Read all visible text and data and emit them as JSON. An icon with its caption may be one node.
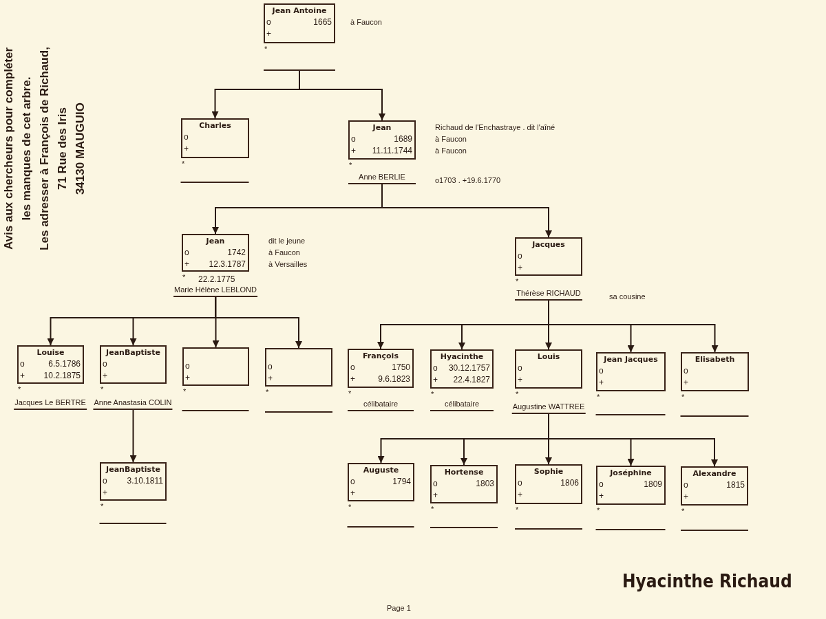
{
  "diagram": {
    "nodes": [
      {
        "text": [
          "Jean Antoine",
          "o",
          "1665",
          "+"
        ],
        "beside": [
          "*",
          "à Faucon"
        ]
      },
      {
        "text": [],
        "shape": "bar"
      },
      {
        "text": [
          "Charles",
          "o",
          "+"
        ],
        "beside": [
          "*"
        ]
      },
      {
        "text": [
          "Jean",
          "o",
          "1689",
          "+",
          "11.11.1744"
        ],
        "beside": [
          "*",
          "Richaud de l'Enchastraye . dit l'aîné",
          "à Faucon",
          "à Faucon"
        ]
      },
      {
        "text": [],
        "shape": "bar"
      },
      {
        "text": [
          "Anne BERLIE"
        ],
        "beside": [
          "o1703 . +19.6.1770"
        ]
      },
      {
        "text": [
          "Jean",
          "o",
          "1742",
          "+",
          "12.3.1787"
        ],
        "beside": [
          "*",
          "22.2.1775",
          "dit le jeune",
          "à Faucon",
          "à Versailles"
        ]
      },
      {
        "text": [
          "Jacques",
          "o",
          "+"
        ],
        "beside": [
          "*"
        ]
      },
      {
        "text": [
          "Marie Hélène LEBLOND"
        ]
      },
      {
        "text": [
          "Thérèse RICHAUD"
        ],
        "beside": [
          "sa cousine"
        ]
      },
      {
        "text": [
          "Louise",
          "o",
          "6.5.1786",
          "+",
          "10.2.1875"
        ],
        "beside": [
          "*"
        ]
      },
      {
        "text": [
          "JeanBaptiste",
          "o",
          "+"
        ],
        "beside": [
          "*"
        ]
      },
      {
        "text": [
          "o",
          "+"
        ],
        "beside": [
          "*"
        ]
      },
      {
        "text": [
          "o",
          "+"
        ],
        "beside": [
          "*"
        ]
      },
      {
        "text": [
          "François",
          "o",
          "1750",
          "+",
          "9.6.1823"
        ],
        "beside": [
          "*"
        ]
      },
      {
        "text": [
          "Hyacinthe",
          "o",
          "30.12.1757",
          "+",
          "22.4.1827"
        ],
        "beside": [
          "*"
        ]
      },
      {
        "text": [
          "Louis",
          "o",
          "+"
        ],
        "beside": [
          "*"
        ]
      },
      {
        "text": [
          "Jean Jacques",
          "o",
          "+"
        ],
        "beside": [
          "*"
        ]
      },
      {
        "text": [
          "Elisabeth",
          "o",
          "+"
        ],
        "beside": [
          "*"
        ]
      },
      {
        "text": [
          "Jacques Le BERTRE"
        ]
      },
      {
        "text": [
          "Anne Anastasia COLIN"
        ]
      },
      {
        "text": [],
        "shape": "bar"
      },
      {
        "text": [],
        "shape": "bar"
      },
      {
        "text": [
          "célibataire"
        ]
      },
      {
        "text": [
          "célibataire"
        ]
      },
      {
        "text": [
          "Augustine WATTREE"
        ]
      },
      {
        "text": [],
        "shape": "bar"
      },
      {
        "text": [],
        "shape": "bar"
      },
      {
        "text": [
          "JeanBaptiste",
          "o",
          "3.10.1811",
          "+"
        ],
        "beside": [
          "*"
        ]
      },
      {
        "text": [
          "Auguste",
          "o",
          "1794",
          "+"
        ],
        "beside": [
          "*"
        ]
      },
      {
        "text": [
          "Hortense",
          "o",
          "1803",
          "+"
        ],
        "beside": [
          "*"
        ]
      },
      {
        "text": [
          "Sophie",
          "o",
          "1806",
          "+"
        ],
        "beside": [
          "*"
        ]
      },
      {
        "text": [
          "Joséphine",
          "o",
          "1809",
          "+"
        ],
        "beside": [
          "*"
        ]
      },
      {
        "text": [
          "Alexandre",
          "o",
          "1815",
          "+"
        ],
        "beside": [
          "*"
        ]
      },
      {
        "text": [],
        "shape": "bar"
      },
      {
        "text": [],
        "shape": "bar"
      },
      {
        "text": [],
        "shape": "bar"
      },
      {
        "text": [],
        "shape": "bar"
      },
      {
        "text": [],
        "shape": "bar"
      },
      {
        "text": [],
        "shape": "bar"
      }
    ],
    "edges": [
      {
        "from": 1,
        "to": 2,
        "arrow": "to"
      },
      {
        "from": 1,
        "to": 3,
        "arrow": "to"
      },
      {
        "from": 5,
        "to": 6,
        "arrow": "to"
      },
      {
        "from": 5,
        "to": 7,
        "arrow": "to"
      },
      {
        "from": 8,
        "to": 10,
        "arrow": "to"
      },
      {
        "from": 8,
        "to": 11,
        "arrow": "to"
      },
      {
        "from": 8,
        "to": 12,
        "arrow": "to"
      },
      {
        "from": 8,
        "to": 13,
        "arrow": "to"
      },
      {
        "from": 9,
        "to": 14,
        "arrow": "to"
      },
      {
        "from": 9,
        "to": 15,
        "arrow": "to"
      },
      {
        "from": 9,
        "to": 16,
        "arrow": "to"
      },
      {
        "from": 9,
        "to": 17,
        "arrow": "to"
      },
      {
        "from": 9,
        "to": 18,
        "arrow": "to"
      },
      {
        "from": 20,
        "to": 28,
        "arrow": "to"
      },
      {
        "from": 25,
        "to": 29,
        "arrow": "to"
      },
      {
        "from": 25,
        "to": 30,
        "arrow": "to"
      },
      {
        "from": 25,
        "to": 31,
        "arrow": "to"
      },
      {
        "from": 25,
        "to": 32,
        "arrow": "to"
      },
      {
        "from": 25,
        "to": 33,
        "arrow": "to"
      }
    ],
    "labels": [
      "Avis aux chercheurs pour compléter",
      "les manques de cet arbre.",
      "Les adresser à François de Richaud,",
      "71 Rue des Iris",
      "34130 MAUGUIO",
      "Hyacinthe Richaud",
      "Page 1"
    ]
  }
}
